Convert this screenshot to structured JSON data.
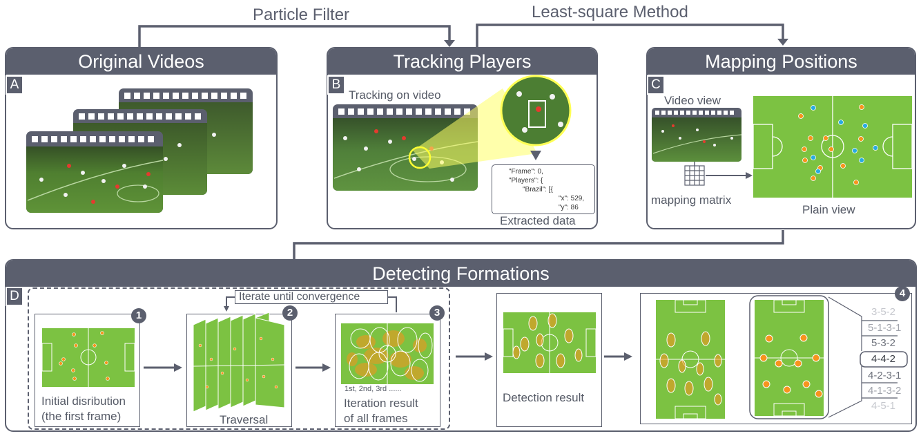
{
  "top_labels": {
    "particle_filter": "Particle Filter",
    "least_square": "Least-square Method"
  },
  "panels": {
    "a": {
      "title": "Original Videos",
      "letter": "A"
    },
    "b": {
      "title": "Tracking Players",
      "letter": "B",
      "tracking_label": "Tracking on video",
      "extracted_label": "Extracted data",
      "json_lines": [
        "\"Frame\":   0,",
        "\"Players\": {",
        "\"Brazil\":     [{",
        "\"x\":    529,",
        "\"y\":    86"
      ]
    },
    "c": {
      "title": "Mapping Positions",
      "letter": "C",
      "video_view": "Video view",
      "mapping_matrix": "mapping matrix",
      "plain_view": "Plain view"
    },
    "d": {
      "title": "Detecting Formations",
      "letter": "D",
      "iterate": "Iterate until convergence",
      "step1_line1": "Initial disribution",
      "step1_line2": "(the first frame)",
      "step2": "Traversal",
      "step3_small": "1st, 2nd, 3rd ......",
      "step3_line1": "Iteration result",
      "step3_line2": "of all frames",
      "detection": "Detection result",
      "numbers": [
        "1",
        "2",
        "3",
        "4"
      ],
      "formations": [
        "3-5-2",
        "5-1-3-1",
        "5-3-2",
        "4-4-2",
        "4-2-3-1",
        "4-1-3-2",
        "4-5-1"
      ]
    }
  },
  "colors": {
    "panel": "#5b5f6e",
    "pitch": "#7cc242",
    "player_orange": "#f7941d",
    "player_blue": "#29abe2",
    "highlight": "#ffff66"
  }
}
